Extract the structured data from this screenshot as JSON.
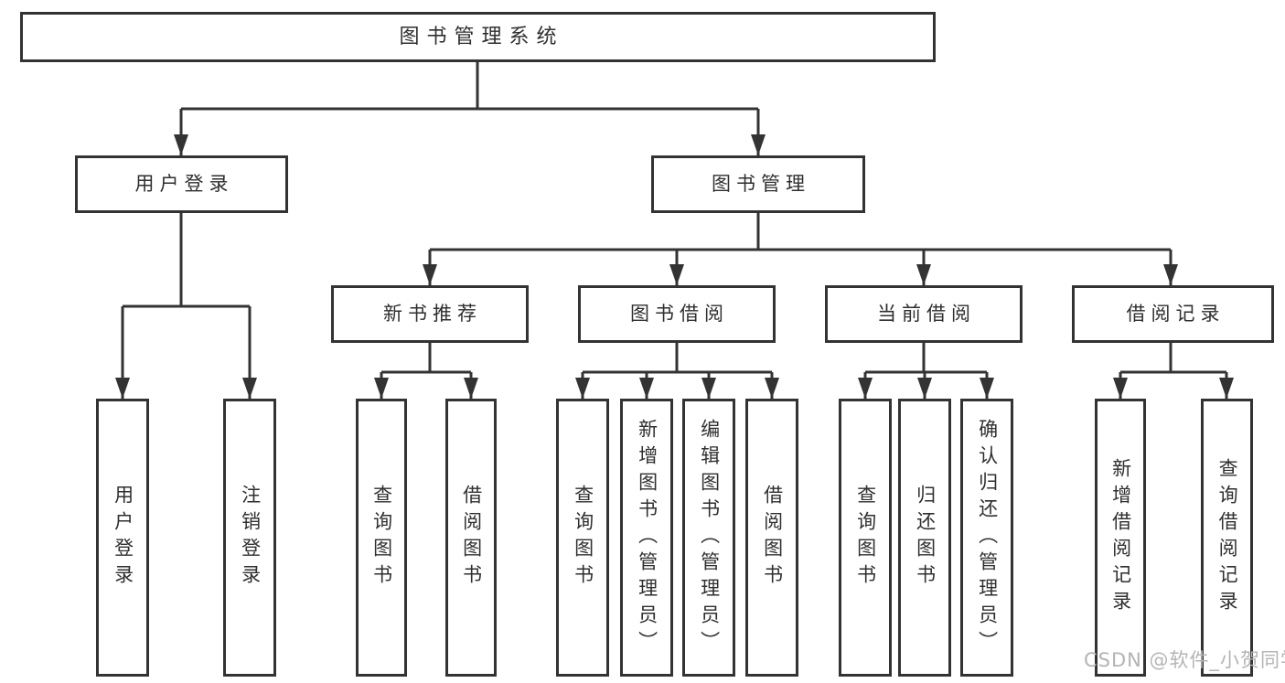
{
  "tree": {
    "root": "图书管理系统",
    "branches": [
      {
        "label": "用户登录",
        "children": [
          "用户登录",
          "注销登录"
        ]
      },
      {
        "label": "图书管理",
        "groups": [
          {
            "label": "新书推荐",
            "children": [
              "查询图书",
              "借阅图书"
            ]
          },
          {
            "label": "图书借阅",
            "children": [
              "查询图书",
              "新增图书（管理员）",
              "编辑图书（管理员）",
              "借阅图书"
            ]
          },
          {
            "label": "当前借阅",
            "children": [
              "查询图书",
              "归还图书",
              "确认归还（管理员）"
            ]
          },
          {
            "label": "借阅记录",
            "children": [
              "新增借阅记录",
              "查询借阅记录"
            ]
          }
        ]
      }
    ]
  },
  "watermark": "CSDN @软件_小贺同学",
  "colors": {
    "line": "#333333",
    "text": "#2f2f2f",
    "watermark": "#b4b4b4",
    "background": "#ffffff"
  }
}
